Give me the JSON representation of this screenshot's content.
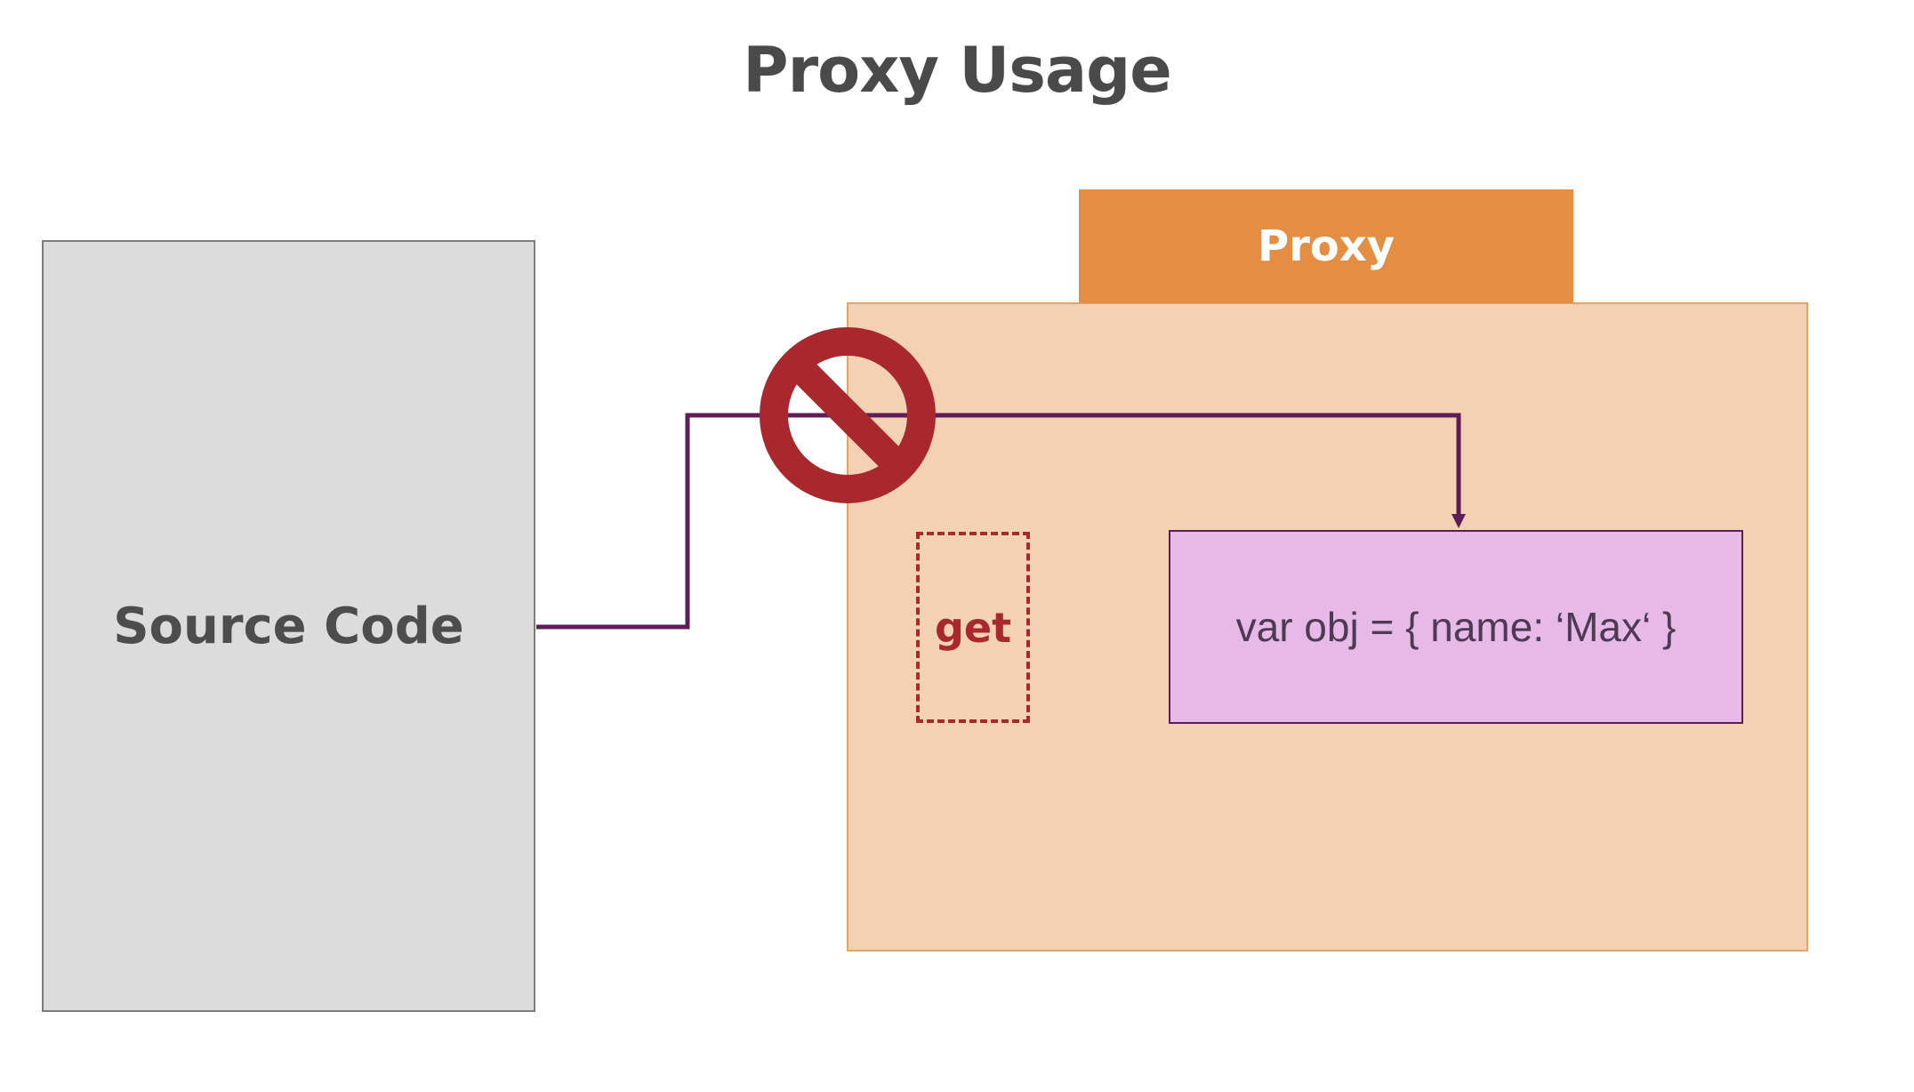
{
  "title": "Proxy Usage",
  "source": {
    "label": "Source Code"
  },
  "proxy": {
    "label": "Proxy",
    "trap_label": "get",
    "target_label": "var obj = { name: ‘Max‘ }"
  },
  "colors": {
    "title": "#4a4a4a",
    "source_fill": "#dcdcdc",
    "proxy_fill": "#f2d2b2",
    "proxy_tab": "#e38e42",
    "trap": "#a8282d",
    "target_fill": "#e6b9e7",
    "connector": "#5e1c59",
    "block_icon": "#a8282d"
  },
  "icons": {
    "block": "prohibited-icon",
    "arrow": "arrow-down-icon"
  }
}
